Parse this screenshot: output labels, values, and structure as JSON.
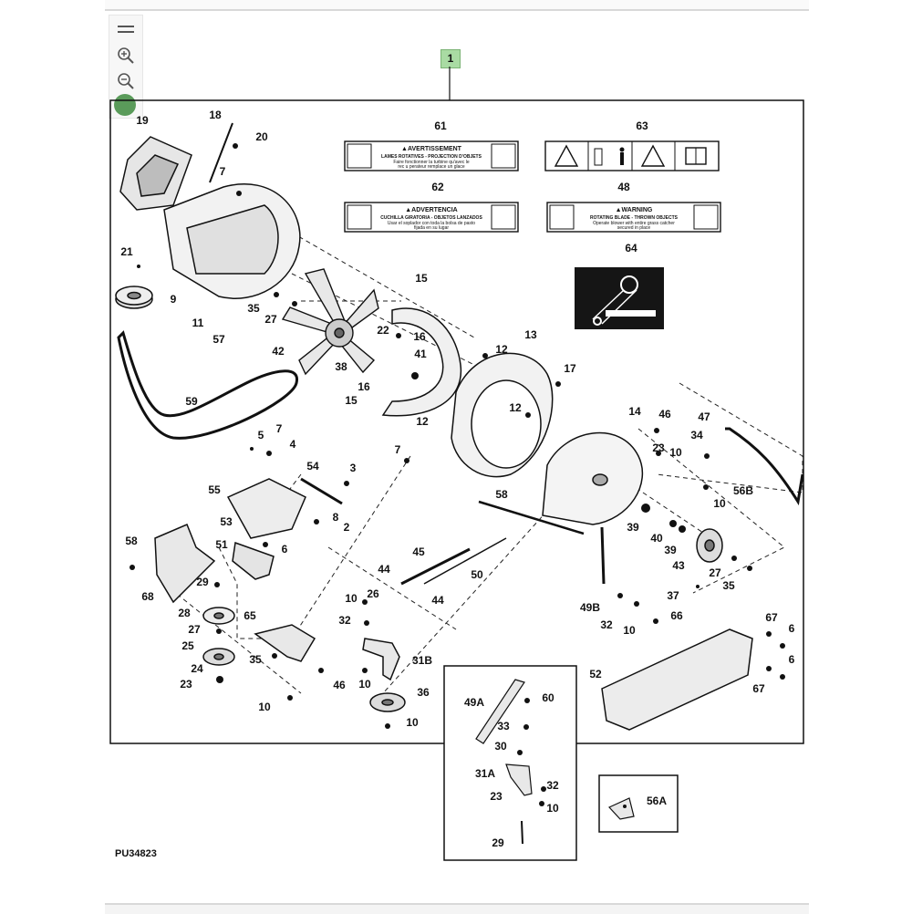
{
  "toolbar": {
    "menu_icon": "hamburger-icon",
    "zoom_in_icon": "zoom-in-icon",
    "zoom_out_icon": "zoom-out-icon",
    "status_color": "#5a9b5a"
  },
  "callout_tag": "1",
  "figure_id": "PU34823",
  "labels": {
    "avertissement": {
      "title": "▲AVERTISSEMENT",
      "line1": "LAMES ROTATIVES - PROJECTION D'OBJETS",
      "line2": "Faire fonctionner la turbine qu'avec le",
      "line3": "rec u perateur remplace un glace"
    },
    "advertencia": {
      "title": "▲ADVERTENCIA",
      "line1": "CUCHILLA GIRATORIA - OBJETOS LANZADOS",
      "line2": "Usar el soplador con toda la bolsa de pasto",
      "line3": "fijada en su lugar"
    },
    "warning": {
      "title": "▲WARNING",
      "line1": "ROTATING BLADE - THROWN OBJECTS",
      "line2": "Operate blower with entire grass catcher",
      "line3": "secured in place"
    }
  },
  "parts": [
    {
      "id": "p19",
      "text": "19"
    },
    {
      "id": "p18",
      "text": "18"
    },
    {
      "id": "p20",
      "text": "20"
    },
    {
      "id": "p7a",
      "text": "7"
    },
    {
      "id": "p61",
      "text": "61"
    },
    {
      "id": "p63",
      "text": "63"
    },
    {
      "id": "p62",
      "text": "62"
    },
    {
      "id": "p48",
      "text": "48"
    },
    {
      "id": "p64",
      "text": "64"
    },
    {
      "id": "p21",
      "text": "21"
    },
    {
      "id": "p9",
      "text": "9"
    },
    {
      "id": "p11",
      "text": "11"
    },
    {
      "id": "p57",
      "text": "57"
    },
    {
      "id": "p35a",
      "text": "35"
    },
    {
      "id": "p27a",
      "text": "27"
    },
    {
      "id": "p15a",
      "text": "15"
    },
    {
      "id": "p22",
      "text": "22"
    },
    {
      "id": "p16a",
      "text": "16"
    },
    {
      "id": "p41",
      "text": "41"
    },
    {
      "id": "p13",
      "text": "13"
    },
    {
      "id": "p12a",
      "text": "12"
    },
    {
      "id": "p42",
      "text": "42"
    },
    {
      "id": "p38",
      "text": "38"
    },
    {
      "id": "p16b",
      "text": "16"
    },
    {
      "id": "p15b",
      "text": "15"
    },
    {
      "id": "p17",
      "text": "17"
    },
    {
      "id": "p12b",
      "text": "12"
    },
    {
      "id": "p59",
      "text": "59"
    },
    {
      "id": "p12c",
      "text": "12"
    },
    {
      "id": "p14",
      "text": "14"
    },
    {
      "id": "p46a",
      "text": "46"
    },
    {
      "id": "p47",
      "text": "47"
    },
    {
      "id": "p5",
      "text": "5"
    },
    {
      "id": "p7b",
      "text": "7"
    },
    {
      "id": "p4",
      "text": "4"
    },
    {
      "id": "p7c",
      "text": "7"
    },
    {
      "id": "p23a",
      "text": "23"
    },
    {
      "id": "p10a",
      "text": "10"
    },
    {
      "id": "p34",
      "text": "34"
    },
    {
      "id": "p54",
      "text": "54"
    },
    {
      "id": "p3",
      "text": "3"
    },
    {
      "id": "p55",
      "text": "55"
    },
    {
      "id": "p58a",
      "text": "58"
    },
    {
      "id": "p56b",
      "text": "56B"
    },
    {
      "id": "p10b",
      "text": "10"
    },
    {
      "id": "p53",
      "text": "53"
    },
    {
      "id": "p8",
      "text": "8"
    },
    {
      "id": "p2",
      "text": "2"
    },
    {
      "id": "p39a",
      "text": "39"
    },
    {
      "id": "p40",
      "text": "40"
    },
    {
      "id": "p58b",
      "text": "58"
    },
    {
      "id": "p51",
      "text": "51"
    },
    {
      "id": "p6a",
      "text": "6"
    },
    {
      "id": "p39b",
      "text": "39"
    },
    {
      "id": "p45",
      "text": "45"
    },
    {
      "id": "p43",
      "text": "43"
    },
    {
      "id": "p29a",
      "text": "29"
    },
    {
      "id": "p68",
      "text": "68"
    },
    {
      "id": "p44a",
      "text": "44"
    },
    {
      "id": "p50",
      "text": "50"
    },
    {
      "id": "p27b",
      "text": "27"
    },
    {
      "id": "p35b",
      "text": "35"
    },
    {
      "id": "p37",
      "text": "37"
    },
    {
      "id": "p44b",
      "text": "44"
    },
    {
      "id": "p10c",
      "text": "10"
    },
    {
      "id": "p26",
      "text": "26"
    },
    {
      "id": "p49b",
      "text": "49B"
    },
    {
      "id": "p28",
      "text": "28"
    },
    {
      "id": "p65",
      "text": "65"
    },
    {
      "id": "p32a",
      "text": "32"
    },
    {
      "id": "p32b",
      "text": "32"
    },
    {
      "id": "p10d",
      "text": "10"
    },
    {
      "id": "p66",
      "text": "66"
    },
    {
      "id": "p27c",
      "text": "27"
    },
    {
      "id": "p67a",
      "text": "67"
    },
    {
      "id": "p6b",
      "text": "6"
    },
    {
      "id": "p25",
      "text": "25"
    },
    {
      "id": "p35c",
      "text": "35"
    },
    {
      "id": "p31b",
      "text": "31B"
    },
    {
      "id": "p24",
      "text": "24"
    },
    {
      "id": "p46b",
      "text": "46"
    },
    {
      "id": "p10e",
      "text": "10"
    },
    {
      "id": "p52",
      "text": "52"
    },
    {
      "id": "p6c",
      "text": "6"
    },
    {
      "id": "p23b",
      "text": "23"
    },
    {
      "id": "p36",
      "text": "36"
    },
    {
      "id": "p67b",
      "text": "67"
    },
    {
      "id": "p10f",
      "text": "10"
    },
    {
      "id": "p10g",
      "text": "10"
    },
    {
      "id": "p49a",
      "text": "49A"
    },
    {
      "id": "p60",
      "text": "60"
    },
    {
      "id": "p33",
      "text": "33"
    },
    {
      "id": "p30",
      "text": "30"
    },
    {
      "id": "p31a",
      "text": "31A"
    },
    {
      "id": "p32c",
      "text": "32"
    },
    {
      "id": "p23c",
      "text": "23"
    },
    {
      "id": "p10h",
      "text": "10"
    },
    {
      "id": "p29b",
      "text": "29"
    },
    {
      "id": "p56a",
      "text": "56A"
    }
  ]
}
